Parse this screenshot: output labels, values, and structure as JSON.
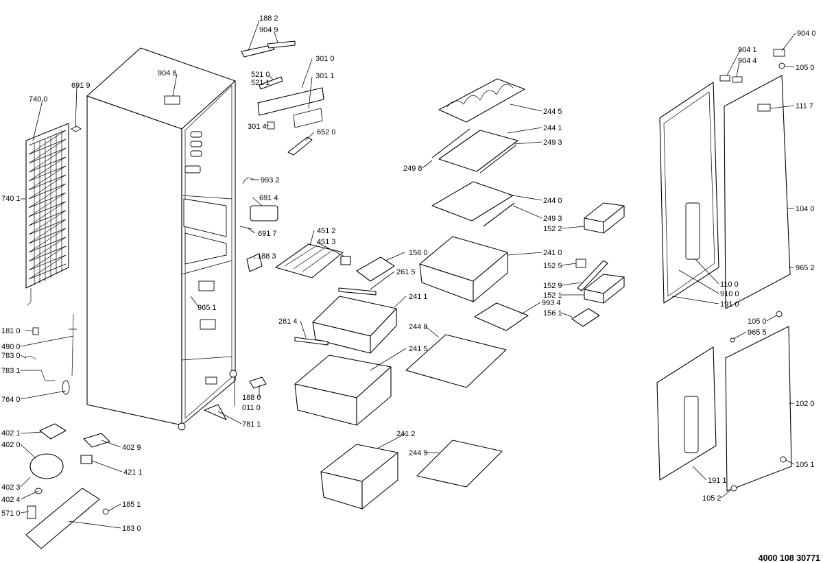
{
  "document_number": "4000 108 30771",
  "callouts": [
    {
      "id": "c1882",
      "text": "188 2"
    },
    {
      "id": "c9049",
      "text": "904 9"
    },
    {
      "id": "c3010",
      "text": "301 0"
    },
    {
      "id": "c9048",
      "text": "904 8"
    },
    {
      "id": "c5210",
      "text": "521 0"
    },
    {
      "id": "c5211",
      "text": "521 1"
    },
    {
      "id": "c3011",
      "text": "301 1"
    },
    {
      "id": "c3014",
      "text": "301 4"
    },
    {
      "id": "c6520",
      "text": "652 0"
    },
    {
      "id": "c7400",
      "text": "740 0"
    },
    {
      "id": "c6919",
      "text": "691 9"
    },
    {
      "id": "c7401",
      "text": "740 1"
    },
    {
      "id": "c9932",
      "text": "993 2"
    },
    {
      "id": "c6914",
      "text": "691 4"
    },
    {
      "id": "c6917",
      "text": "691 7"
    },
    {
      "id": "c1883",
      "text": "188 3"
    },
    {
      "id": "c9651a",
      "text": "965 1"
    },
    {
      "id": "c1810",
      "text": "181 0"
    },
    {
      "id": "c4900",
      "text": "490 0"
    },
    {
      "id": "c7830",
      "text": "783 0"
    },
    {
      "id": "c7831",
      "text": "783 1"
    },
    {
      "id": "c7640",
      "text": "764 0"
    },
    {
      "id": "c1880",
      "text": "188 0"
    },
    {
      "id": "c0110",
      "text": "011 0"
    },
    {
      "id": "c7811",
      "text": "781 1"
    },
    {
      "id": "c4021",
      "text": "402 1"
    },
    {
      "id": "c4020",
      "text": "402 0"
    },
    {
      "id": "c4029",
      "text": "402 9"
    },
    {
      "id": "c4211",
      "text": "421 1"
    },
    {
      "id": "c4023",
      "text": "402 3"
    },
    {
      "id": "c4024",
      "text": "402 4"
    },
    {
      "id": "c1851",
      "text": "185 1"
    },
    {
      "id": "c5710",
      "text": "571 0"
    },
    {
      "id": "c1830",
      "text": "183 0"
    },
    {
      "id": "c2445",
      "text": "244 5"
    },
    {
      "id": "c2441",
      "text": "244 1"
    },
    {
      "id": "c2493a",
      "text": "249 3"
    },
    {
      "id": "c2498",
      "text": "249 8"
    },
    {
      "id": "c2440",
      "text": "244 0"
    },
    {
      "id": "c2493b",
      "text": "249 3"
    },
    {
      "id": "c4512",
      "text": "451 2"
    },
    {
      "id": "c4513",
      "text": "451 3"
    },
    {
      "id": "c1560",
      "text": "156 0"
    },
    {
      "id": "c2410",
      "text": "241 0"
    },
    {
      "id": "c2615",
      "text": "261 5"
    },
    {
      "id": "c2411",
      "text": "241 1"
    },
    {
      "id": "c2614",
      "text": "261 4"
    },
    {
      "id": "c2448",
      "text": "244 8"
    },
    {
      "id": "c2415",
      "text": "241 5"
    },
    {
      "id": "c2412",
      "text": "241 2"
    },
    {
      "id": "c2449",
      "text": "244 9"
    },
    {
      "id": "c1522",
      "text": "152 2"
    },
    {
      "id": "c1525",
      "text": "152 5"
    },
    {
      "id": "c1529",
      "text": "152 9"
    },
    {
      "id": "c1521",
      "text": "152 1"
    },
    {
      "id": "c9934",
      "text": "993 4"
    },
    {
      "id": "c1561",
      "text": "156 1"
    },
    {
      "id": "c9040",
      "text": "904 0"
    },
    {
      "id": "c9041",
      "text": "904 1"
    },
    {
      "id": "c9044",
      "text": "904 4"
    },
    {
      "id": "c1050a",
      "text": "105 0"
    },
    {
      "id": "c1117",
      "text": "111 7"
    },
    {
      "id": "c1040",
      "text": "104 0"
    },
    {
      "id": "c9652",
      "text": "965 2"
    },
    {
      "id": "c1100",
      "text": "110 0"
    },
    {
      "id": "c9100",
      "text": "910 0"
    },
    {
      "id": "c1910",
      "text": "191 0"
    },
    {
      "id": "c1050b",
      "text": "105 0"
    },
    {
      "id": "c9655",
      "text": "965 5"
    },
    {
      "id": "c1020",
      "text": "102 0"
    },
    {
      "id": "c1051",
      "text": "105 1"
    },
    {
      "id": "c1911",
      "text": "191 1"
    },
    {
      "id": "c1052",
      "text": "105 2"
    }
  ]
}
